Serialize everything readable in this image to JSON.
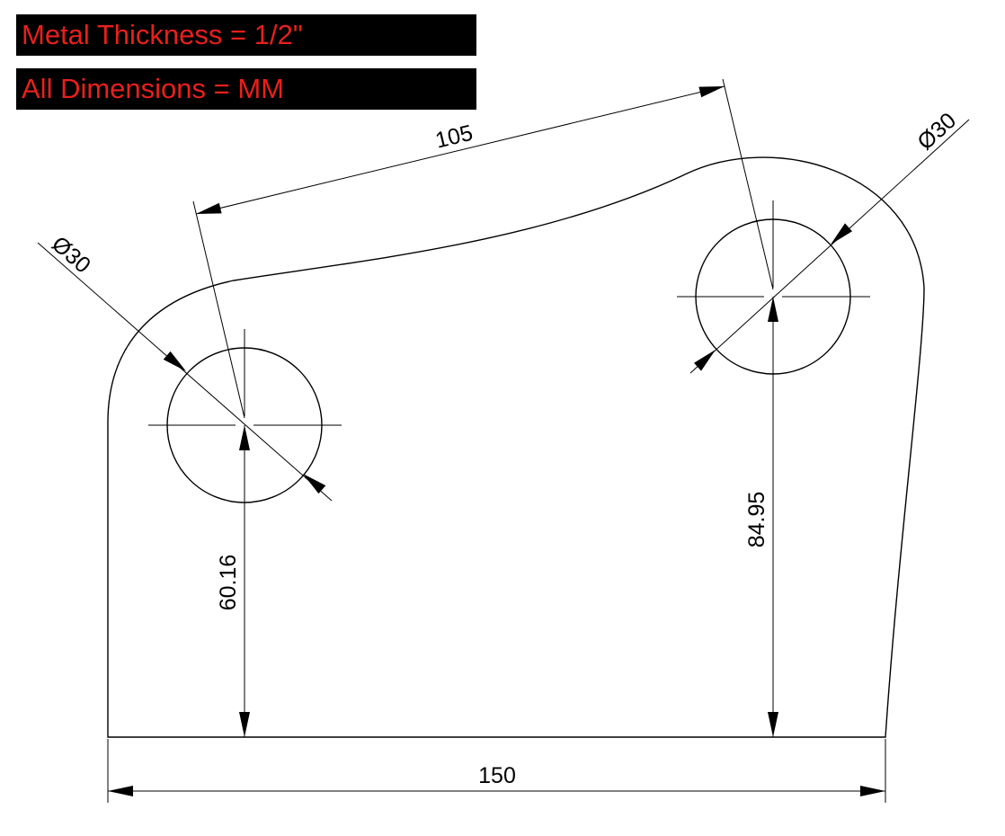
{
  "notes": {
    "metal_thickness": "Metal Thickness = 1/2\"",
    "units": "All Dimensions = MM"
  },
  "dimensions": {
    "width": "150",
    "hole_spacing": "105",
    "left_hole_height": "60.16",
    "right_hole_height": "84.95",
    "left_hole_diameter": "Ø30",
    "right_hole_diameter": "Ø30"
  },
  "colors": {
    "note_background": "#000000",
    "note_text": "#e8201b",
    "line": "#000000"
  }
}
